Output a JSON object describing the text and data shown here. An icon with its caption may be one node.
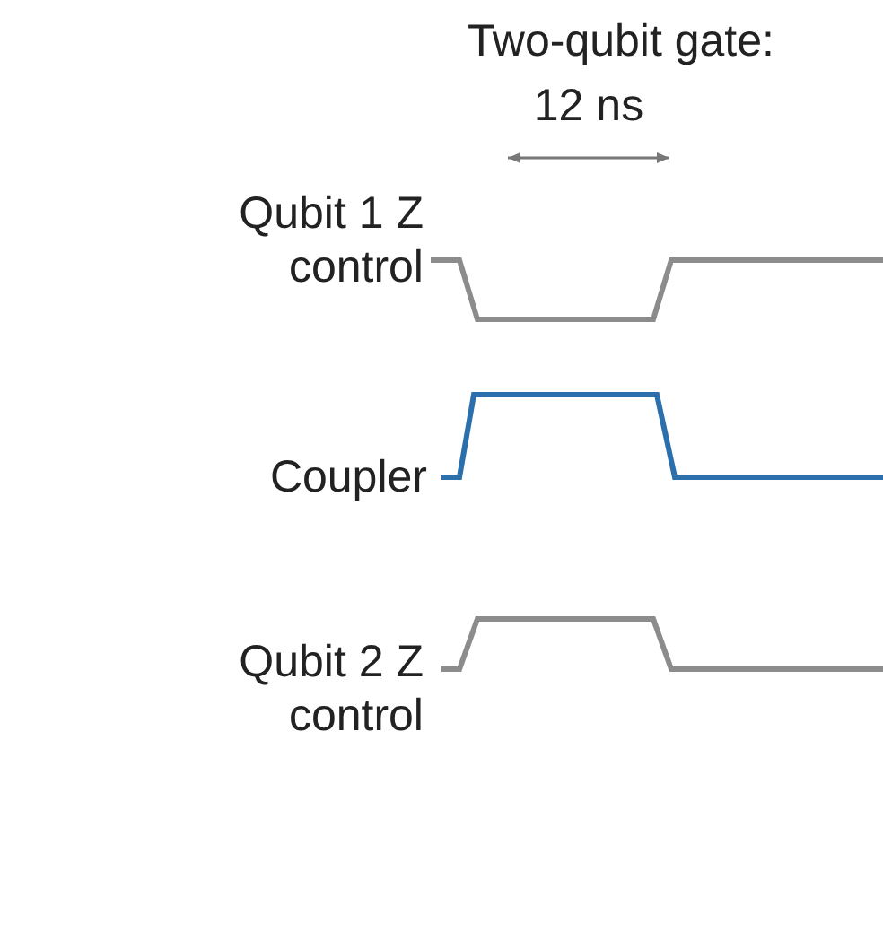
{
  "diagram": {
    "title": "Two-qubit gate:",
    "labels": [
      "12 ns",
      "Qubit 1 Z control",
      "Coupler",
      "Qubit 2 Z control"
    ]
  }
}
